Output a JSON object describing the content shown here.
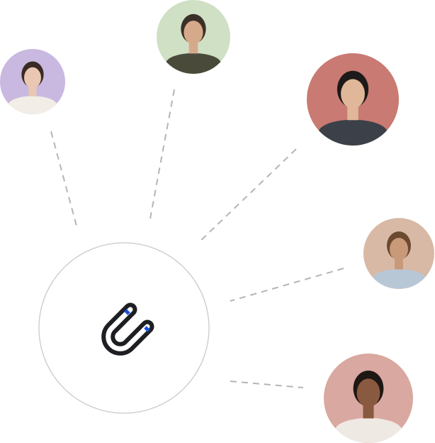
{
  "hub": {
    "icon": "magnet-icon",
    "ring_color": "#d0d0d0",
    "icon_color": "#1e1f22",
    "accent": "#1a4fe0"
  },
  "connector": {
    "style": "dashed",
    "color": "#b5b5b5"
  },
  "avatars": [
    {
      "name": "avatar-woman-red-flower",
      "bg": "#c9b8e0",
      "skin": "#e9c7b2",
      "hair": "#3a2a24",
      "shirt": "#f2ede6"
    },
    {
      "name": "avatar-man-smiling-beard",
      "bg": "#cfe0c4",
      "skin": "#d7a98b",
      "hair": "#3b2f28",
      "shirt": "#4a4a3a"
    },
    {
      "name": "avatar-man-suit",
      "bg": "#c97a72",
      "skin": "#e0b798",
      "hair": "#1c1a1a",
      "shirt": "#3c4048"
    },
    {
      "name": "avatar-woman-long-hair",
      "bg": "#d8b9a6",
      "skin": "#c99a7a",
      "hair": "#6b4a30",
      "shirt": "#b8c7d6"
    },
    {
      "name": "avatar-woman-curly-hair",
      "bg": "#d9a8a0",
      "skin": "#8a5a40",
      "hair": "#1e1714",
      "shirt": "#efe9e4"
    }
  ]
}
